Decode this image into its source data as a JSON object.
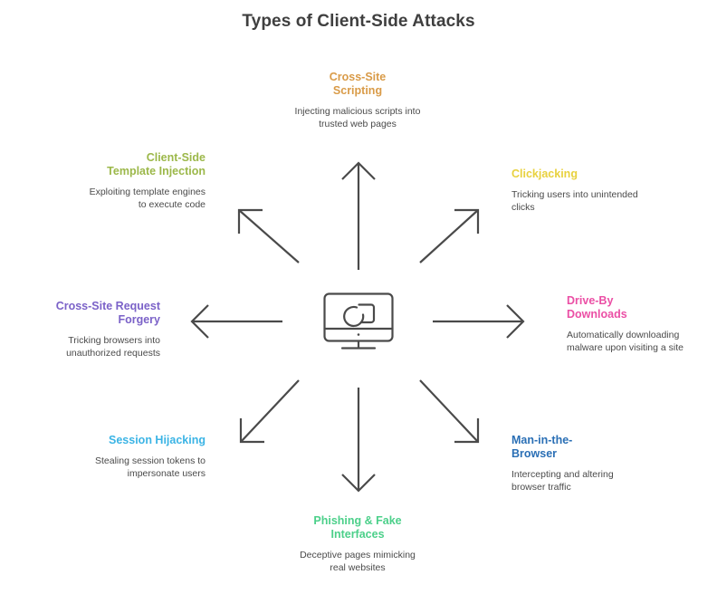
{
  "diagram": {
    "title": "Types of Client-Side Attacks",
    "title_color": "#3f3f3f",
    "background_color": "#ffffff",
    "arrow_color": "#4a4a4a",
    "center": {
      "icon": "desktop-monitor-icon",
      "color": "#4a4a4a"
    },
    "nodes": [
      {
        "id": "cross-site-scripting",
        "label": "Cross-Site\nScripting",
        "label_line1": "Cross-Site",
        "label_line2": "Scripting",
        "description": "Injecting malicious scripts into trusted web pages",
        "color": "#d99b48",
        "align": "center",
        "direction": "up",
        "position": "top"
      },
      {
        "id": "client-side-template-injection",
        "label": "Client-Side Template Injection",
        "label_line1": "Client-Side",
        "label_line2": "Template Injection",
        "description": "Exploiting template engines to execute code",
        "color": "#9cb84a",
        "align": "right",
        "direction": "up-left",
        "position": "top-left"
      },
      {
        "id": "clickjacking",
        "label": "Clickjacking",
        "label_line1": "Clickjacking",
        "label_line2": "",
        "description": "Tricking users into unintended clicks",
        "color": "#e8d13e",
        "align": "left",
        "direction": "up-right",
        "position": "top-right"
      },
      {
        "id": "cross-site-request-forgery",
        "label": "Cross-Site Request Forgery",
        "label_line1": "Cross-Site Request",
        "label_line2": "Forgery",
        "description": "Tricking browsers into unauthorized requests",
        "color": "#7b62c8",
        "align": "right",
        "direction": "left",
        "position": "left"
      },
      {
        "id": "drive-by-downloads",
        "label": "Drive-By Downloads",
        "label_line1": "Drive-By",
        "label_line2": "Downloads",
        "description": "Automatically downloading malware upon visiting a site",
        "color": "#eb4fa5",
        "align": "left",
        "direction": "right",
        "position": "right"
      },
      {
        "id": "session-hijacking",
        "label": "Session Hijacking",
        "label_line1": "Session Hijacking",
        "label_line2": "",
        "description": "Stealing session tokens to impersonate users",
        "color": "#3bb4e5",
        "align": "right",
        "direction": "down-left",
        "position": "bottom-left"
      },
      {
        "id": "man-in-the-browser",
        "label": "Man-in-the-Browser",
        "label_line1": "Man-in-the-",
        "label_line2": "Browser",
        "description": "Intercepting and altering browser traffic",
        "color": "#2a6fb5",
        "align": "left",
        "direction": "down-right",
        "position": "bottom-right"
      },
      {
        "id": "phishing-and-fake-interfaces",
        "label": "Phishing & Fake Interfaces",
        "label_line1": "Phishing & Fake",
        "label_line2": "Interfaces",
        "description": "Deceptive pages mimicking real websites",
        "color": "#4cd08a",
        "align": "center",
        "direction": "down",
        "position": "bottom"
      }
    ]
  }
}
